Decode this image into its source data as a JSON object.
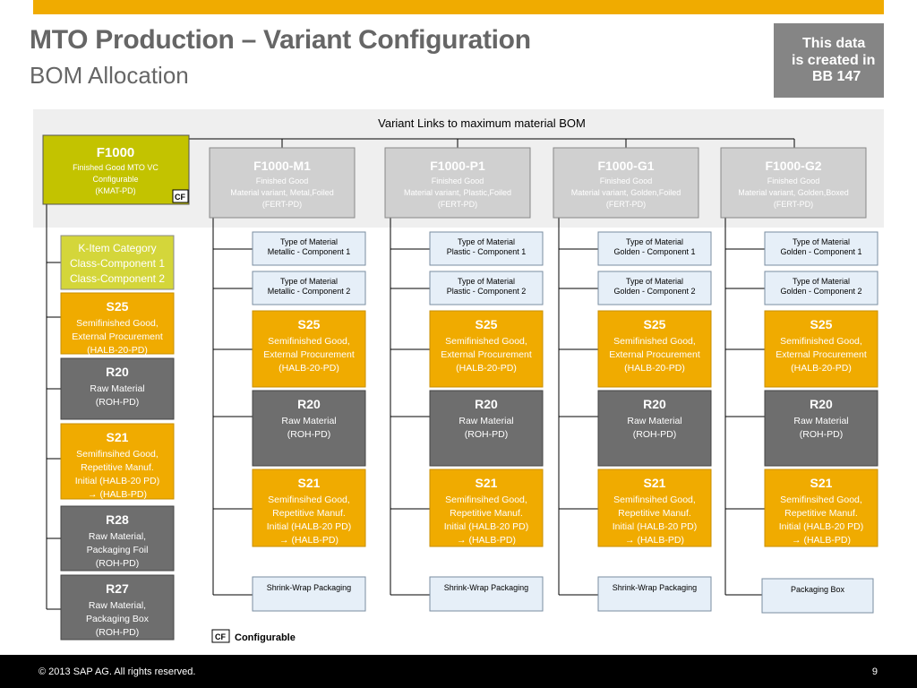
{
  "header": {
    "title": "MTO Production – Variant Configuration",
    "subtitle": "BOM Allocation",
    "note_lines": [
      "This data",
      "is created in",
      "BB 147"
    ]
  },
  "banner_label": "Variant Links to maximum material BOM",
  "root": {
    "code": "F1000",
    "lines": [
      "Finished Good MTO VC",
      "Configurable",
      "(KMAT-PD)"
    ],
    "badge": "CF"
  },
  "variants": [
    {
      "code": "F1000-M1",
      "lines": [
        "Finished Good",
        "Material variant, Metal,Foiled",
        "(FERT-PD)"
      ]
    },
    {
      "code": "F1000-P1",
      "lines": [
        "Finished Good",
        "Material variant, Plastic,Foiled",
        "(FERT-PD)"
      ]
    },
    {
      "code": "F1000-G1",
      "lines": [
        "Finished Good",
        "Material variant, Golden,Foiled",
        "(FERT-PD)"
      ]
    },
    {
      "code": "F1000-G2",
      "lines": [
        "Finished Good",
        "Material variant, Golden,Boxed",
        "(FERT-PD)"
      ]
    }
  ],
  "left_column": [
    {
      "kind": "class",
      "lines": [
        "K-Item Category",
        "Class-Component 1",
        "Class-Component 2"
      ]
    },
    {
      "kind": "semi",
      "code": "S25",
      "lines": [
        "Semifinished Good,",
        "External Procurement",
        "(HALB-20-PD)"
      ]
    },
    {
      "kind": "raw",
      "code": "R20",
      "lines": [
        "Raw Material",
        "(ROH-PD)"
      ]
    },
    {
      "kind": "semi",
      "code": "S21",
      "lines": [
        "Semifinsihed Good,",
        "Repetitive Manuf.",
        "Initial (HALB-20 PD)",
        "→ (HALB-PD)"
      ]
    },
    {
      "kind": "raw",
      "code": "R28",
      "lines": [
        "Raw Material,",
        "Packaging Foil",
        "(ROH-PD)"
      ]
    },
    {
      "kind": "raw",
      "code": "R27",
      "lines": [
        "Raw Material,",
        "Packaging Box",
        "(ROH-PD)"
      ]
    }
  ],
  "columns": [
    {
      "type_boxes": [
        [
          "Type of Material",
          "Metallic - Component 1"
        ],
        [
          "Type of Material",
          "Metallic - Component 2"
        ]
      ],
      "semi_top": {
        "code": "S25",
        "lines": [
          "Semifinished Good,",
          "External Procurement",
          "(HALB-20-PD)"
        ]
      },
      "raw": {
        "code": "R20",
        "lines": [
          "Raw Material",
          "(ROH-PD)"
        ]
      },
      "semi_bottom": {
        "code": "S21",
        "lines": [
          "Semifinsihed Good,",
          "Repetitive Manuf.",
          "Initial (HALB-20 PD)",
          "→ (HALB-PD)"
        ]
      },
      "packaging": "Shrink-Wrap Packaging"
    },
    {
      "type_boxes": [
        [
          "Type of Material",
          "Plastic - Component 1"
        ],
        [
          "Type of Material",
          "Plastic - Component 2"
        ]
      ],
      "semi_top": {
        "code": "S25",
        "lines": [
          "Semifinished Good,",
          "External Procurement",
          "(HALB-20-PD)"
        ]
      },
      "raw": {
        "code": "R20",
        "lines": [
          "Raw Material",
          "(ROH-PD)"
        ]
      },
      "semi_bottom": {
        "code": "S21",
        "lines": [
          "Semifinsihed Good,",
          "Repetitive Manuf.",
          "Initial (HALB-20 PD)",
          "→ (HALB-PD)"
        ]
      },
      "packaging": "Shrink-Wrap Packaging"
    },
    {
      "type_boxes": [
        [
          "Type of Material",
          "Golden - Component 1"
        ],
        [
          "Type of Material",
          "Golden - Component 2"
        ]
      ],
      "semi_top": {
        "code": "S25",
        "lines": [
          "Semifinished Good,",
          "External Procurement",
          "(HALB-20-PD)"
        ]
      },
      "raw": {
        "code": "R20",
        "lines": [
          "Raw Material",
          "(ROH-PD)"
        ]
      },
      "semi_bottom": {
        "code": "S21",
        "lines": [
          "Semifinsihed Good,",
          "Repetitive Manuf.",
          "Initial (HALB-20 PD)",
          "→ (HALB-PD)"
        ]
      },
      "packaging": "Shrink-Wrap Packaging"
    },
    {
      "type_boxes": [
        [
          "Type of Material",
          "Golden - Component 1"
        ],
        [
          "Type of Material",
          "Golden - Component 2"
        ]
      ],
      "semi_top": {
        "code": "S25",
        "lines": [
          "Semifinished Good,",
          "External Procurement",
          "(HALB-20-PD)"
        ]
      },
      "raw": {
        "code": "R20",
        "lines": [
          "Raw Material",
          "(ROH-PD)"
        ]
      },
      "semi_bottom": {
        "code": "S21",
        "lines": [
          "Semifinsihed Good,",
          "Repetitive Manuf.",
          "Initial (HALB-20 PD)",
          "→ (HALB-PD)"
        ]
      },
      "packaging": "Packaging Box"
    }
  ],
  "legend": {
    "badge": "CF",
    "label": "Configurable"
  },
  "footer": {
    "copyright": "© 2013 SAP AG. All rights reserved.",
    "page": "9"
  },
  "colors": {
    "accent": "#f0ab00",
    "configurable": "#c3c300",
    "class_box": "#d4d63a",
    "semi": "#f0ab00",
    "raw": "#6e6e6e",
    "variant": "#d0d0d0",
    "type_box": "#e6eff8",
    "banner": "#efefef"
  }
}
